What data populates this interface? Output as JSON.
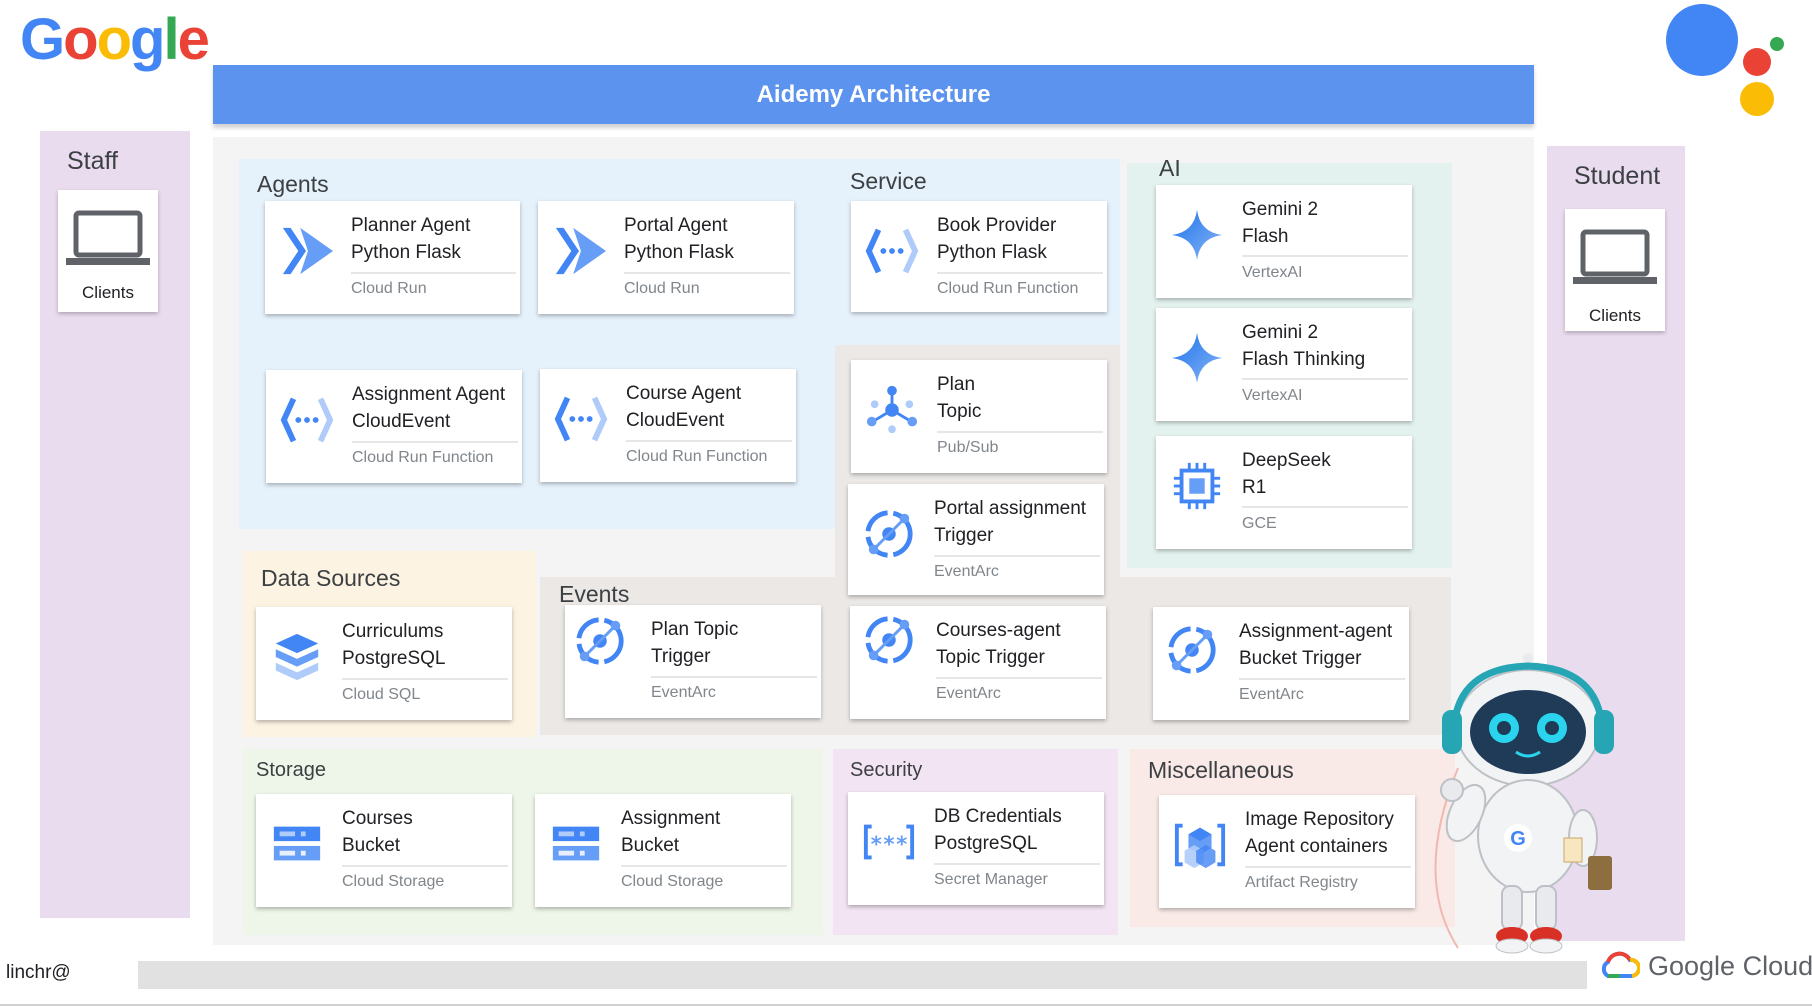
{
  "header": {
    "logo_letters": [
      {
        "ch": "G",
        "color": "#4285F4"
      },
      {
        "ch": "o",
        "color": "#EA4335"
      },
      {
        "ch": "o",
        "color": "#FBBC05"
      },
      {
        "ch": "g",
        "color": "#4285F4"
      },
      {
        "ch": "l",
        "color": "#34A853"
      },
      {
        "ch": "e",
        "color": "#EA4335"
      }
    ],
    "title": "Aidemy Architecture"
  },
  "staff": {
    "title": "Staff",
    "client_label": "Clients"
  },
  "student": {
    "title": "Student",
    "client_label": "Clients"
  },
  "regions": {
    "agents": "Agents",
    "service": "Service",
    "ai": "AI",
    "data_sources": "Data Sources",
    "events": "Events",
    "storage": "Storage",
    "security": "Security",
    "misc": "Miscellaneous"
  },
  "cards": {
    "planner": {
      "l1": "Planner Agent",
      "l2": "Python Flask",
      "sub": "Cloud Run"
    },
    "portal": {
      "l1": "Portal Agent",
      "l2": "Python Flask",
      "sub": "Cloud Run"
    },
    "book": {
      "l1": "Book Provider",
      "l2": "Python Flask",
      "sub": "Cloud Run Function"
    },
    "assignment_agent": {
      "l1": "Assignment Agent",
      "l2": "CloudEvent",
      "sub": "Cloud Run Function"
    },
    "course_agent": {
      "l1": "Course Agent",
      "l2": "CloudEvent",
      "sub": "Cloud Run Function"
    },
    "plan_topic": {
      "l1": "Plan",
      "l2": "Topic",
      "sub": "Pub/Sub"
    },
    "portal_trigger": {
      "l1": "Portal assignment",
      "l2": "Trigger",
      "sub": "EventArc"
    },
    "gemini_flash": {
      "l1": "Gemini 2",
      "l2": "Flash",
      "sub": "VertexAI"
    },
    "gemini_thinking": {
      "l1": "Gemini 2",
      "l2": "Flash Thinking",
      "sub": "VertexAI"
    },
    "deepseek": {
      "l1": "DeepSeek",
      "l2": "R1",
      "sub": "GCE"
    },
    "curriculums": {
      "l1": "Curriculums",
      "l2": "PostgreSQL",
      "sub": "Cloud SQL"
    },
    "plan_topic_trigger": {
      "l1": "Plan Topic",
      "l2": "Trigger",
      "sub": "EventArc"
    },
    "courses_trigger": {
      "l1": "Courses-agent",
      "l2": "Topic Trigger",
      "sub": "EventArc"
    },
    "assignment_trigger": {
      "l1": "Assignment-agent",
      "l2": "Bucket Trigger",
      "sub": "EventArc"
    },
    "courses_bucket": {
      "l1": "Courses",
      "l2": "Bucket",
      "sub": "Cloud Storage"
    },
    "assignment_bucket": {
      "l1": "Assignment",
      "l2": "Bucket",
      "sub": "Cloud Storage"
    },
    "db_credentials": {
      "l1": "DB Credentials",
      "l2": "PostgreSQL",
      "sub": "Secret Manager"
    },
    "image_repo": {
      "l1": "Image Repository",
      "l2": "Agent containers",
      "sub": "Artifact Registry"
    }
  },
  "footer": {
    "user": "linchr@",
    "brand": "Google Cloud"
  },
  "colors": {
    "banner": "#5b93ee",
    "agents_bg": "#e5f1fb",
    "ai_bg": "#e4f2ef",
    "data_bg": "#fdf3e3",
    "events_bg": "#ebe8e6",
    "storage_bg": "#eef6e9",
    "security_bg": "#f2e4f2",
    "misc_bg": "#f9e9e7",
    "side_bg": "#eadcef",
    "icon_blue": "#4285F4"
  },
  "icons": {
    "planner": "cloud-run-icon",
    "portal": "cloud-run-icon",
    "book": "cloud-functions-icon",
    "assignment_agent": "cloud-functions-icon",
    "course_agent": "cloud-functions-icon",
    "plan_topic": "pubsub-icon",
    "portal_trigger": "eventarc-icon",
    "gemini_flash": "gemini-sparkle-icon",
    "gemini_thinking": "gemini-sparkle-icon",
    "deepseek": "compute-engine-icon",
    "curriculums": "cloud-sql-icon",
    "plan_topic_trigger": "eventarc-icon",
    "courses_trigger": "eventarc-icon",
    "assignment_trigger": "eventarc-icon",
    "courses_bucket": "cloud-storage-icon",
    "assignment_bucket": "cloud-storage-icon",
    "db_credentials": "secret-manager-icon",
    "image_repo": "artifact-registry-icon",
    "clients": "laptop-icon",
    "mascot": "robot-mascot-icon"
  }
}
